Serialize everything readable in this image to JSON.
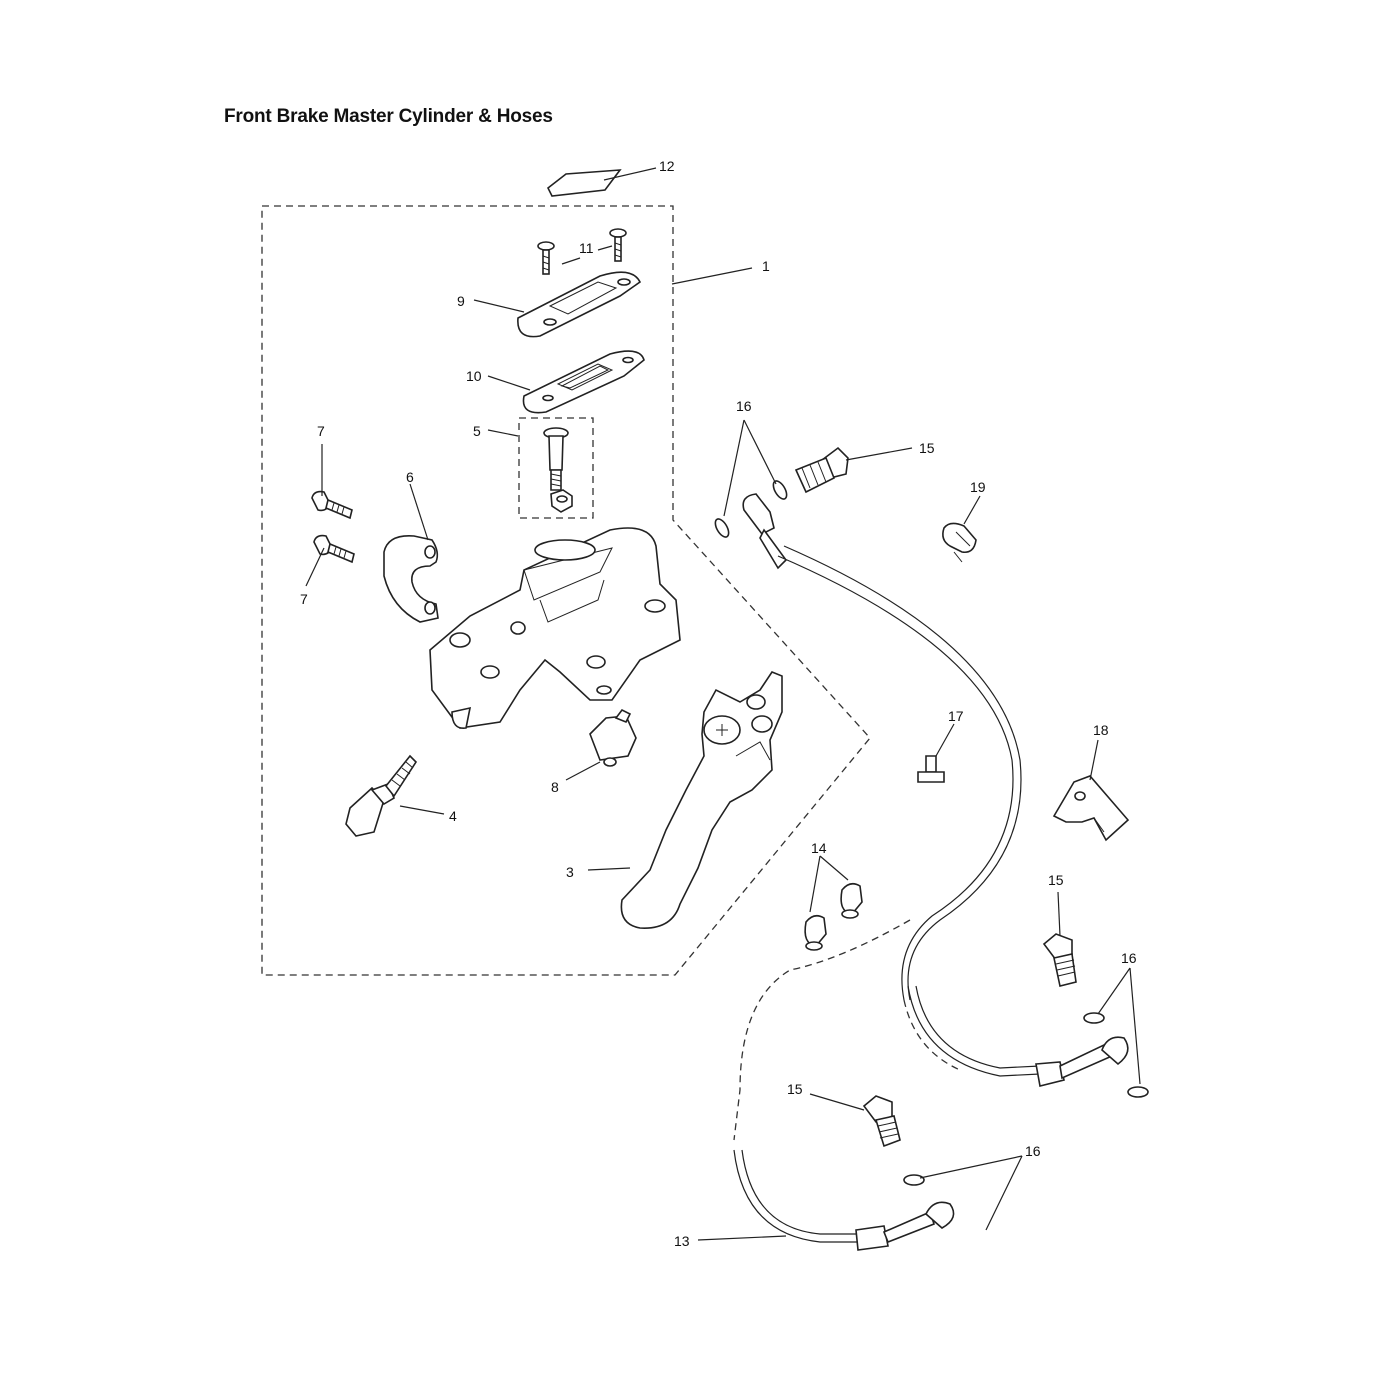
{
  "title": "Front Brake Master Cylinder & Hoses",
  "callouts": {
    "c1": "1",
    "c3": "3",
    "c4": "4",
    "c5": "5",
    "c6": "6",
    "c7a": "7",
    "c7b": "7",
    "c8": "8",
    "c9": "9",
    "c10": "10",
    "c11": "11",
    "c12": "12",
    "c13": "13",
    "c14": "14",
    "c15a": "15",
    "c15b": "15",
    "c15c": "15",
    "c16a": "16",
    "c16b": "16",
    "c16c": "16",
    "c17": "17",
    "c18": "18",
    "c19": "19"
  }
}
